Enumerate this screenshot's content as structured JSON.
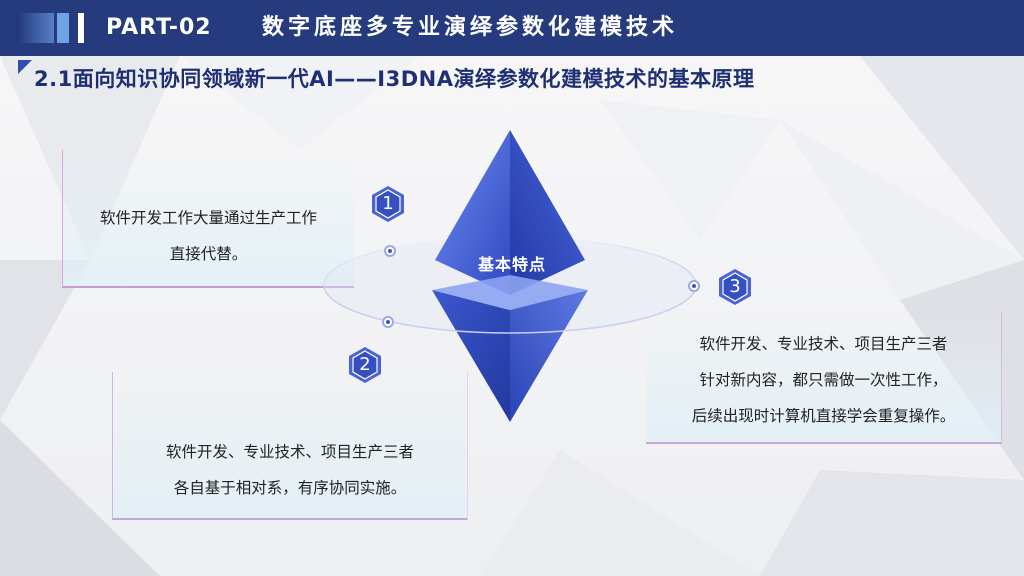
{
  "header": {
    "part_label": "PART-02",
    "title": "数字底座多专业演绎参数化建模技术"
  },
  "subtitle": "2.1面向知识协同领域新一代AI——I3DNA演绎参数化建模技术的基本原理",
  "center": {
    "label": "基本特点"
  },
  "points": [
    {
      "number": "1",
      "lines": [
        "软件开发工作大量通过生产工作",
        "直接代替。"
      ]
    },
    {
      "number": "2",
      "lines": [
        "软件开发、专业技术、项目生产三者",
        "各自基于相对系，有序协同实施。"
      ]
    },
    {
      "number": "3",
      "lines": [
        "软件开发、专业技术、项目生产三者",
        "针对新内容，都只需做一次性工作，",
        "后续出现时计算机直接学会重复操作。"
      ]
    }
  ],
  "colors": {
    "header_bg": "#263a7e",
    "accent_blue": "#3a55c8",
    "subtitle_text": "#1f2f73"
  }
}
